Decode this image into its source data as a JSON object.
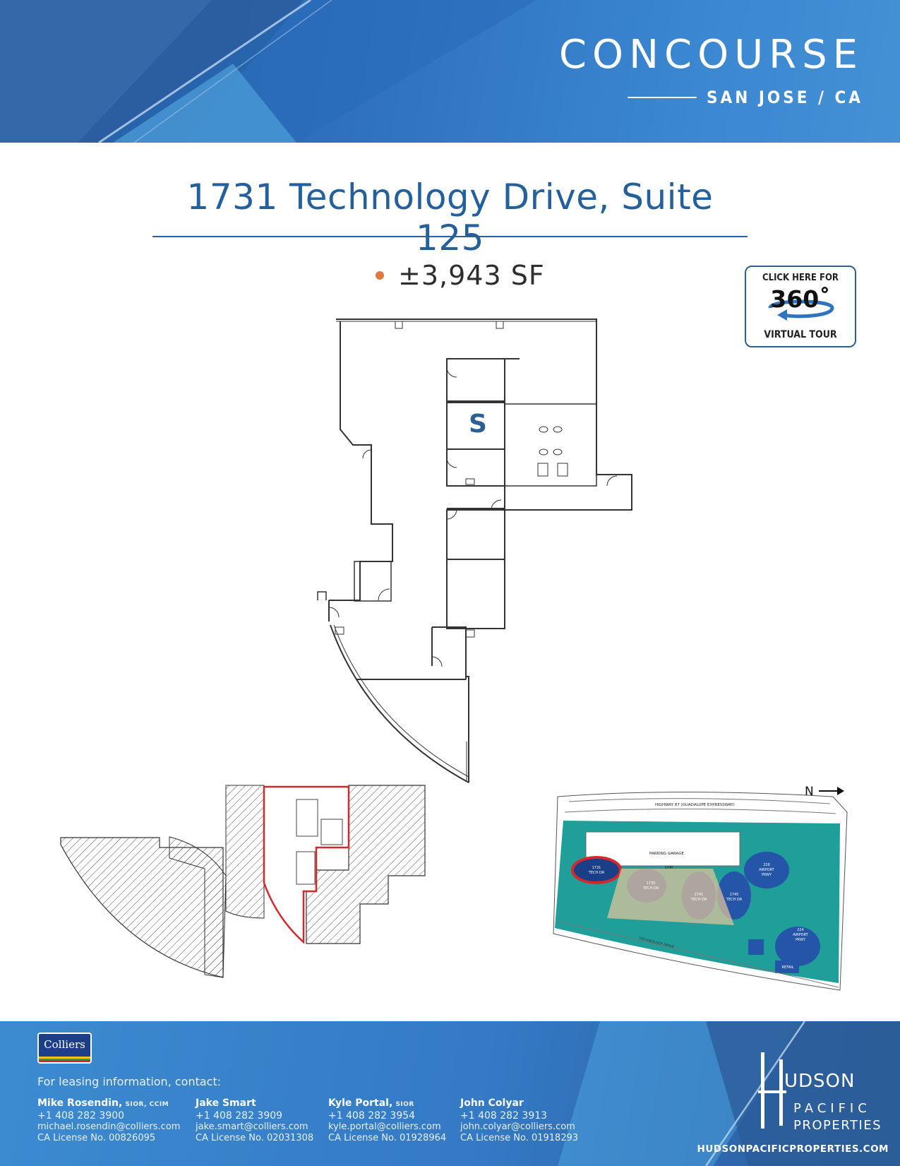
{
  "header": {
    "brand_title": "CONCOURSE",
    "brand_subtitle": "SAN JOSE / CA"
  },
  "listing": {
    "title": "1731 Technology Drive, Suite 125",
    "area": "±3,943 SF",
    "suite_marker": "S"
  },
  "tour_button": {
    "top_label": "CLICK HERE FOR",
    "number": "360˚",
    "bottom_label": "VIRTUAL TOUR"
  },
  "site_map": {
    "north": "N",
    "highway": "HIGHWAY 87 (GUADALUPE EXPRESSWAY)",
    "garage": "PARKING GARAGE",
    "gym": "GYM",
    "street": "TECHNOLOGY DRIVE",
    "buildings": [
      {
        "line1": "1731",
        "line2": "TECH DR"
      },
      {
        "line1": "1735",
        "line2": "TECH DR"
      },
      {
        "line1": "1741",
        "line2": "TECH DR"
      },
      {
        "line1": "1745",
        "line2": "TECH DR"
      },
      {
        "line1": "226",
        "line2": "AIRPORT",
        "line3": "PKWY"
      },
      {
        "line1": "224",
        "line2": "AIRPORT",
        "line3": "PKWY"
      }
    ],
    "retail": "RETAIL"
  },
  "footer": {
    "colliers_logo": "Colliers",
    "intro": "For leasing information, contact:",
    "contacts": [
      {
        "name": "Mike Rosendin,",
        "cred": "SIOR, CCIM",
        "phone": "+1 408 282 3900",
        "email": "michael.rosendin@colliers.com",
        "license": "CA License No. 00826095"
      },
      {
        "name": "Jake Smart",
        "cred": "",
        "phone": "+1 408 282 3909",
        "email": "jake.smart@colliers.com",
        "license": "CA License No. 02031308"
      },
      {
        "name": "Kyle Portal,",
        "cred": "SIOR",
        "phone": "+1 408 282 3954",
        "email": "kyle.portal@colliers.com",
        "license": "CA License No. 01928964"
      },
      {
        "name": "John Colyar",
        "cred": "",
        "phone": "+1 408 282 3913",
        "email": "john.colyar@colliers.com",
        "license": "CA License No. 01918293"
      }
    ],
    "hudson": {
      "line1": "UDSON",
      "line2": "PACIFIC",
      "line3": "PROPERTIES",
      "url": "HUDSONPACIFICPROPERTIES.COM"
    }
  },
  "colors": {
    "brand_blue": "#24609c",
    "bullet_orange": "#e07a3f",
    "highlight_red": "#d3282c",
    "site_teal": "#1f9e9a"
  }
}
